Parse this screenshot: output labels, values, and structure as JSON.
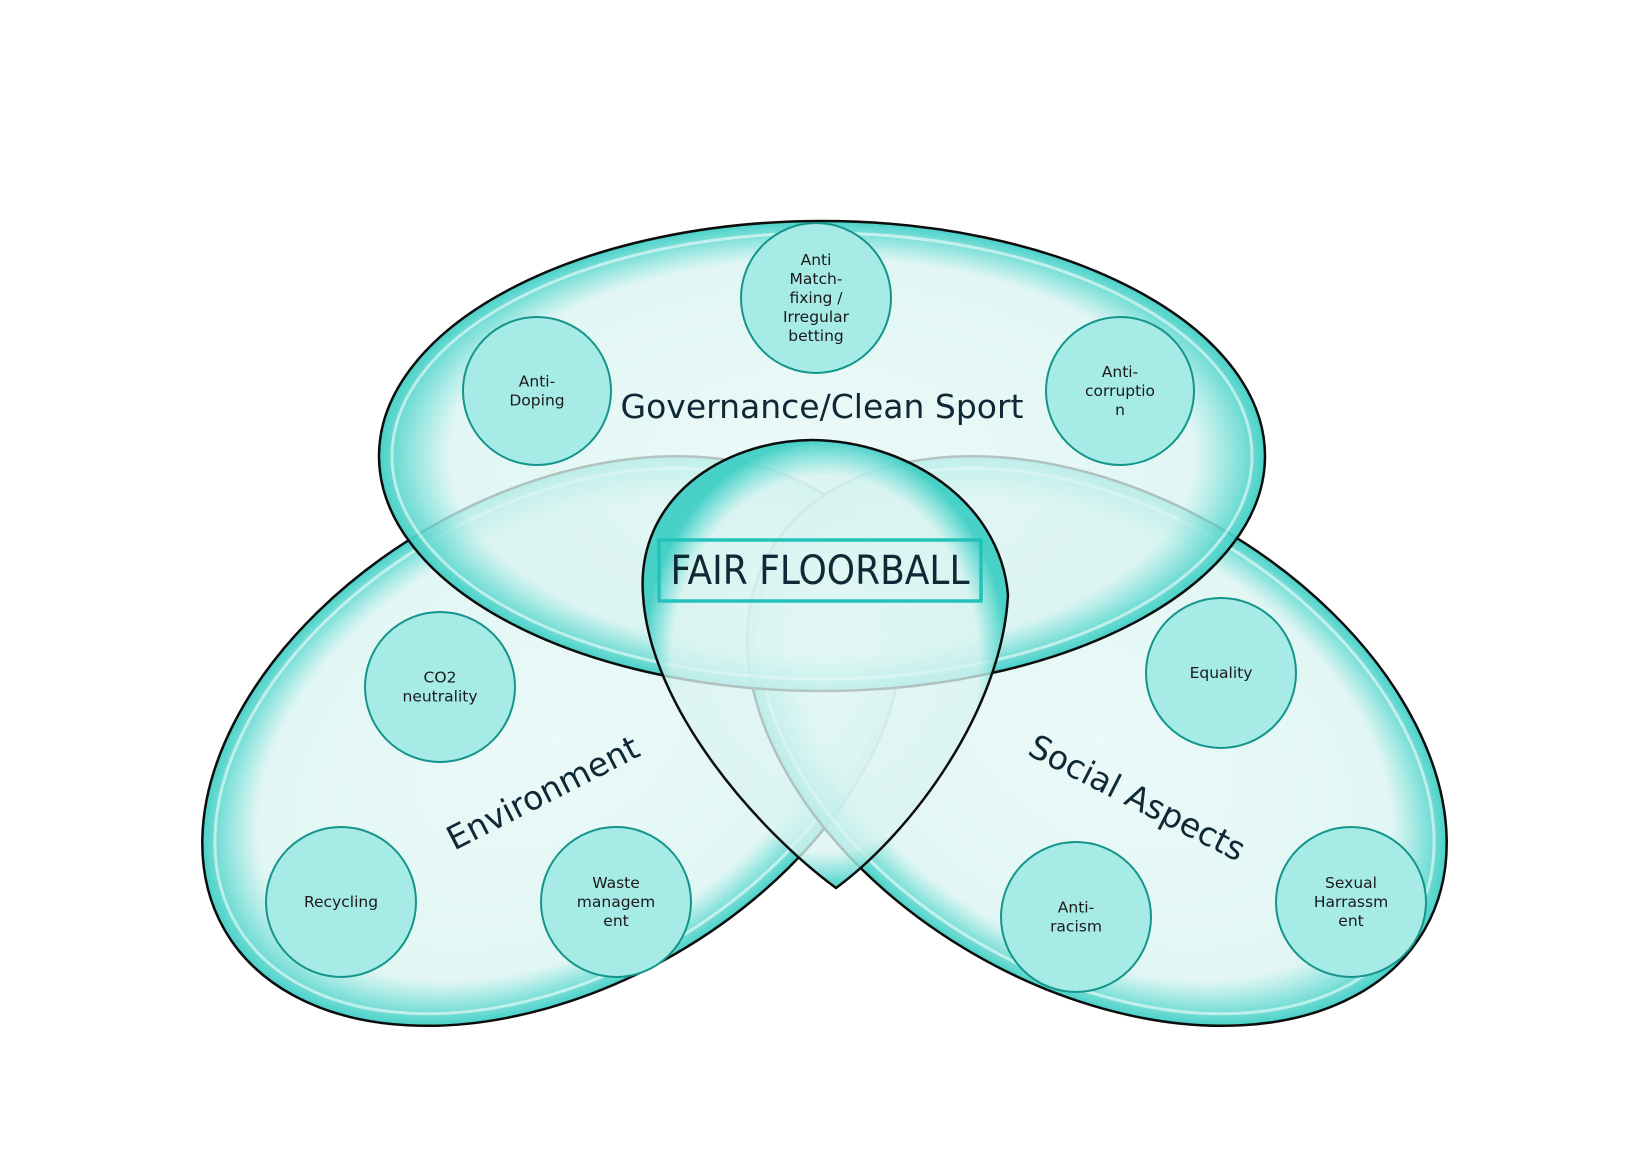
{
  "center": {
    "label": "FAIR FLOORBALL"
  },
  "areas": {
    "governance": {
      "label": "Governance/Clean Sport",
      "topics": [
        {
          "name": "anti-doping",
          "lines": [
            "Anti-",
            "Doping"
          ]
        },
        {
          "name": "anti-match-fixing",
          "lines": [
            "Anti",
            "Match-",
            "fixing /",
            "Irregular",
            "betting"
          ]
        },
        {
          "name": "anti-corruption",
          "lines": [
            "Anti-",
            "corruptio",
            "n"
          ]
        }
      ]
    },
    "environment": {
      "label": "Environment",
      "topics": [
        {
          "name": "co2-neutrality",
          "lines": [
            "CO2",
            "neutrality"
          ]
        },
        {
          "name": "recycling",
          "lines": [
            "Recycling"
          ]
        },
        {
          "name": "waste-management",
          "lines": [
            "Waste",
            "managem",
            "ent"
          ]
        }
      ]
    },
    "social": {
      "label": "Social Aspects",
      "topics": [
        {
          "name": "equality",
          "lines": [
            "Equality"
          ]
        },
        {
          "name": "anti-racism",
          "lines": [
            "Anti-",
            "racism"
          ]
        },
        {
          "name": "sexual-harrassment",
          "lines": [
            "Sexual",
            "Harrassm",
            "ent"
          ]
        }
      ]
    }
  },
  "colors": {
    "oval_fill": "#e3f7f5",
    "oval_edge": "#3fcfc5",
    "circle_fill": "#a7ebe7",
    "circle_stroke": "#14958c",
    "center_box": "#22c2ba",
    "label_text": "#0f2836"
  }
}
